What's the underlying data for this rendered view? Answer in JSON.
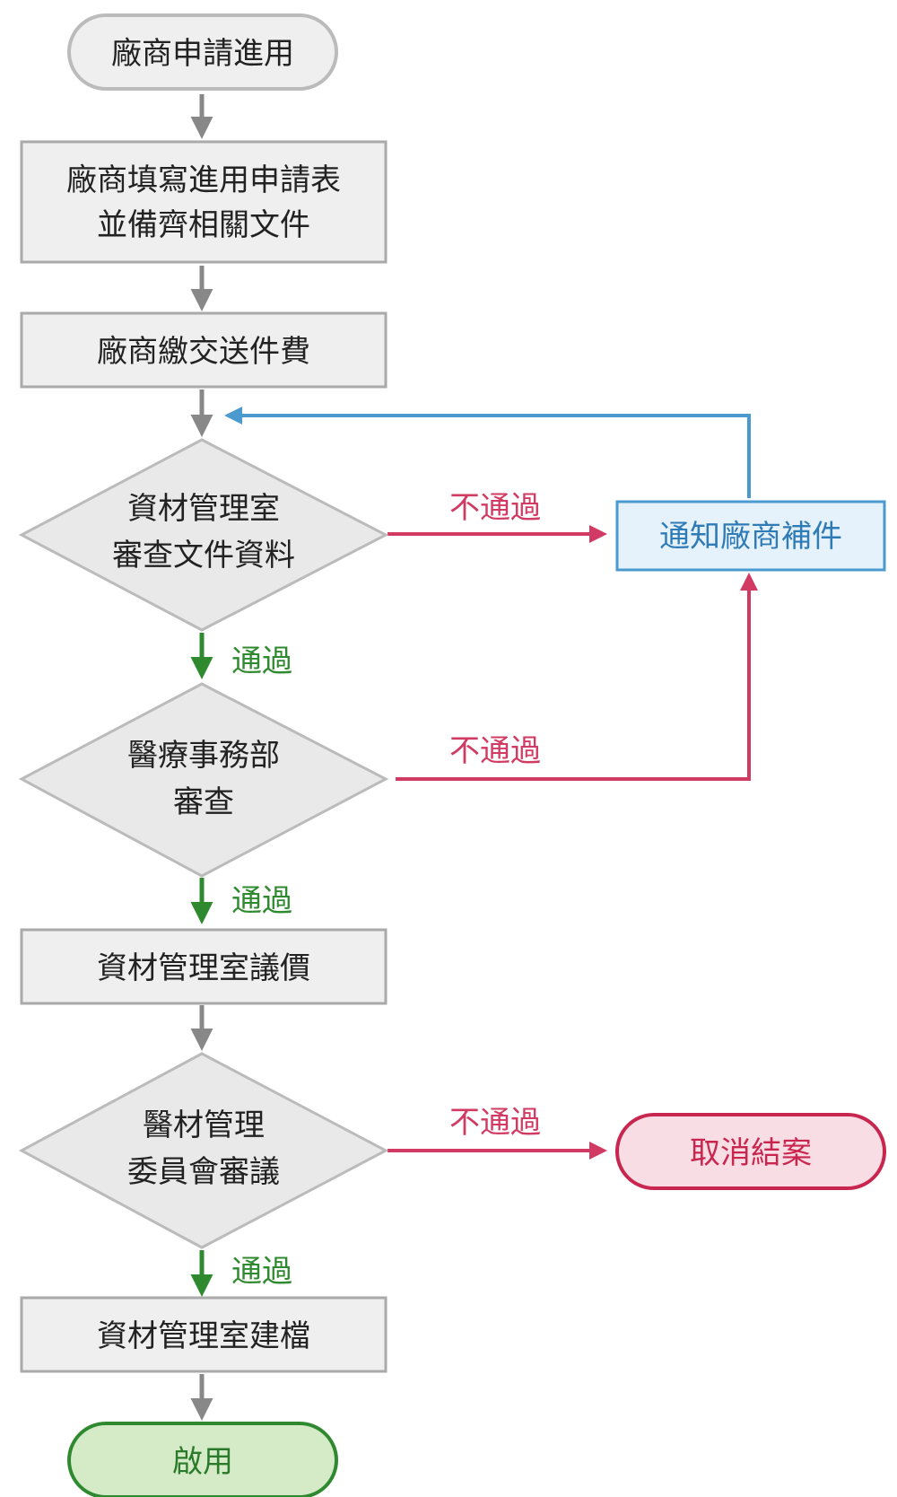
{
  "nodes": {
    "start": {
      "text": "廠商申請進用"
    },
    "fill_form": {
      "line1": "廠商填寫進用申請表",
      "line2": "並備齊相關文件"
    },
    "pay_fee": {
      "text": "廠商繳交送件費"
    },
    "review_docs": {
      "line1": "資材管理室",
      "line2": "審查文件資料"
    },
    "notify_vendor": {
      "text": "通知廠商補件"
    },
    "medical_review": {
      "line1": "醫療事務部",
      "line2": "審查"
    },
    "price_negotiation": {
      "text": "資材管理室議價"
    },
    "committee_review": {
      "line1": "醫材管理",
      "line2": "委員會審議"
    },
    "cancel_case": {
      "text": "取消結案"
    },
    "create_record": {
      "text": "資材管理室建檔"
    },
    "activate": {
      "text": "啟用"
    }
  },
  "edge_labels": {
    "fail_1": "不通過",
    "fail_2": "不通過",
    "fail_3": "不通過",
    "pass_1": "通過",
    "pass_2": "通過",
    "pass_3": "通過"
  },
  "colors": {
    "gray_arrow": "#888888",
    "green_arrow": "#2f8a2f",
    "red_arrow": "#d13a62",
    "blue_arrow": "#4a9ad0",
    "box_fill": "#efefef",
    "box_border": "#aaaaaa",
    "notify_fill": "#e6f2fb",
    "notify_border": "#4a9ad0",
    "cancel_fill": "#f9dde4",
    "cancel_border": "#c8264e",
    "activate_fill": "#d5ebc8",
    "activate_border": "#2f8a2f"
  }
}
